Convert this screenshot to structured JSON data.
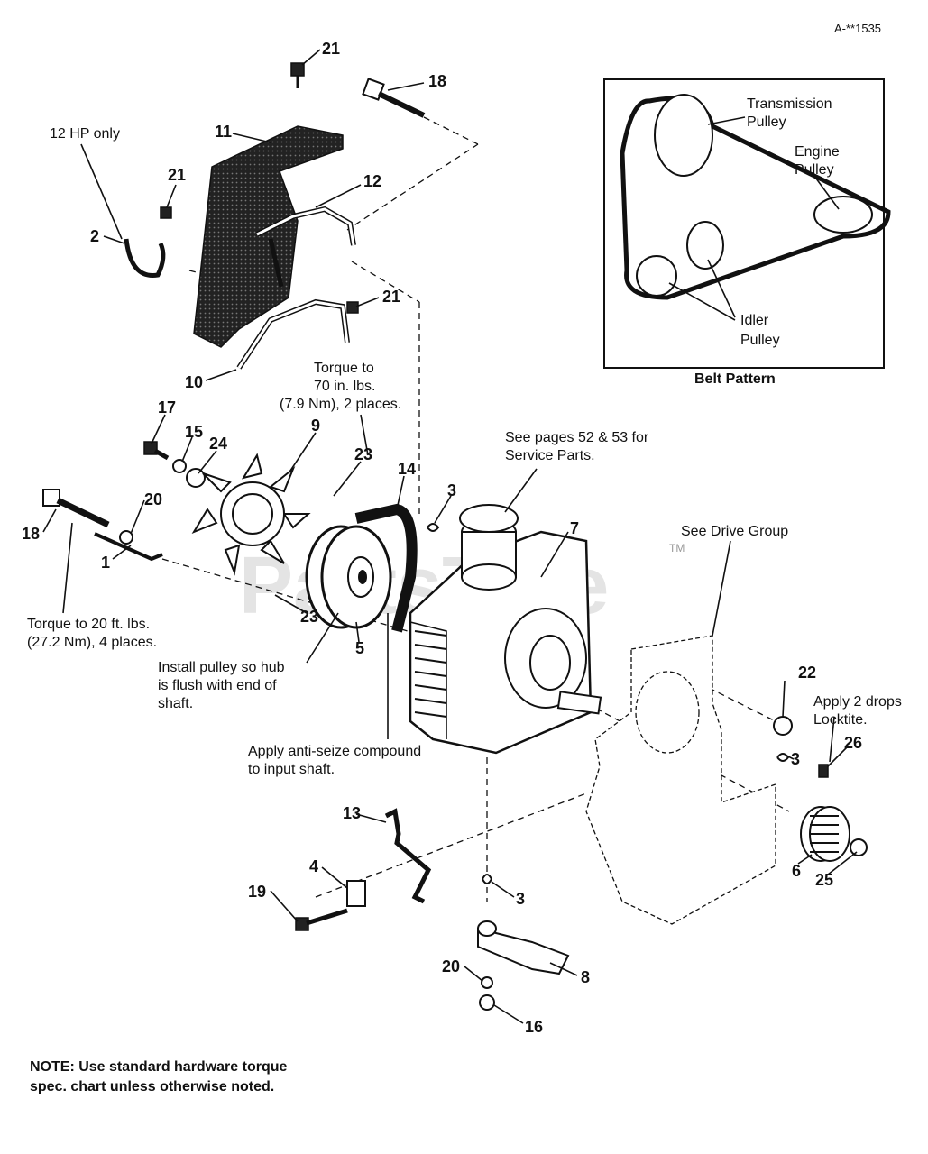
{
  "drawing_id": "A-**1535",
  "watermark": "PartsTree",
  "trademark": "TM",
  "belt_pattern": {
    "title": "Belt Pattern",
    "transmission_pulley": [
      "Transmission",
      "Pulley"
    ],
    "engine_pulley": [
      "Engine",
      "Pulley"
    ],
    "idler_pulley": [
      "Idler",
      "Pulley"
    ]
  },
  "notes": {
    "hp_only": "12 HP only",
    "torque_70": [
      "Torque to",
      "70 in. lbs.",
      "(7.9 Nm), 2 places."
    ],
    "torque_20": [
      "Torque to 20 ft. lbs.",
      "(27.2 Nm), 4 places."
    ],
    "install_pulley": [
      "Install pulley so hub",
      "is flush with end of",
      "shaft."
    ],
    "anti_seize": [
      "Apply anti-seize compound",
      "to input shaft."
    ],
    "see_pages": [
      "See pages 52 & 53 for",
      "Service Parts."
    ],
    "drive_group": "See Drive Group",
    "locktite": [
      "Apply 2 drops",
      "Locktite."
    ],
    "footer": [
      "NOTE: Use standard hardware torque",
      "spec. chart unless otherwise noted."
    ]
  },
  "callouts": {
    "c21a": "21",
    "c18a": "18",
    "c11": "11",
    "c12": "12",
    "c2": "2",
    "c21b": "21",
    "c21c": "21",
    "c10": "10",
    "c17": "17",
    "c15": "15",
    "c24": "24",
    "c9": "9",
    "c23a": "23",
    "c14": "14",
    "c3a": "3",
    "c7": "7",
    "c18b": "18",
    "c20a": "20",
    "c1": "1",
    "c23b": "23",
    "c5": "5",
    "c22": "22",
    "c26": "26",
    "c3b": "3",
    "c6": "6",
    "c25": "25",
    "c13": "13",
    "c4": "4",
    "c19": "19",
    "c3c": "3",
    "c20b": "20",
    "c8": "8",
    "c16": "16"
  }
}
